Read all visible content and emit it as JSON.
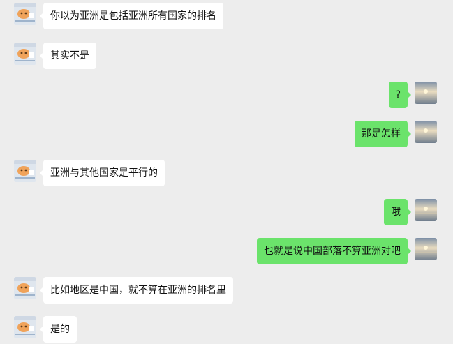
{
  "messages": [
    {
      "side": "in",
      "text": "你以为亚洲是包括亚洲所有国家的排名"
    },
    {
      "side": "in",
      "text": "其实不是"
    },
    {
      "side": "out",
      "text": "?"
    },
    {
      "side": "out",
      "text": "那是怎样"
    },
    {
      "side": "in",
      "text": "亚洲与其他国家是平行的"
    },
    {
      "side": "out",
      "text": "哦"
    },
    {
      "side": "out",
      "text": "也就是说中国部落不算亚洲对吧"
    },
    {
      "side": "in",
      "text": "比如地区是中国，就不算在亚洲的排名里"
    },
    {
      "side": "in",
      "text": "是的"
    }
  ],
  "colors": {
    "background": "#ededed",
    "incoming_bubble": "#ffffff",
    "outgoing_bubble": "#6be36b"
  },
  "icons": {
    "incoming_avatar": "cartoon-avatar-icon",
    "outgoing_avatar": "sunset-avatar-icon"
  }
}
